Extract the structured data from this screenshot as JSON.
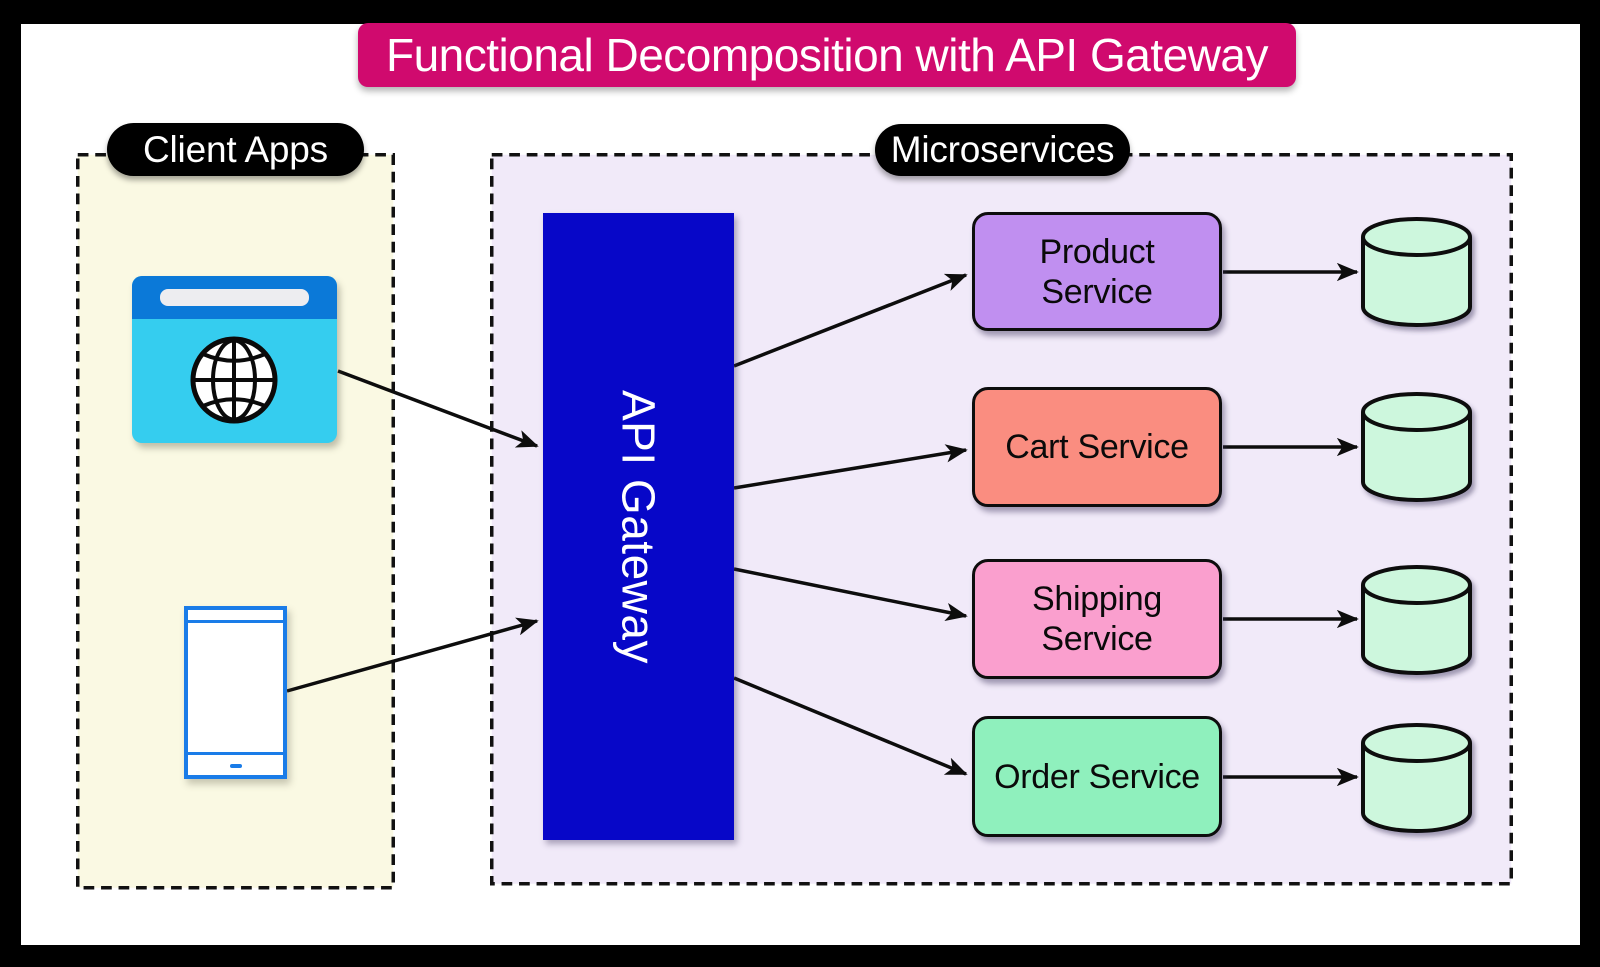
{
  "title": {
    "label": "Functional Decomposition with API Gateway",
    "background": "#d00a6e",
    "color": "#ffffff"
  },
  "groups": {
    "client_apps": {
      "label": "Client Apps",
      "fill": "#faf9e3",
      "badge_background": "#000000",
      "badge_color": "#ffffff"
    },
    "microservices": {
      "label": "Microservices",
      "fill": "#f1eaf9",
      "badge_background": "#000000",
      "badge_color": "#ffffff"
    }
  },
  "client_icons": {
    "browser": {
      "name": "web-browser-with-globe",
      "titlebar_color": "#0b79d8",
      "body_color": "#35cdef",
      "addressbar_color": "#ededf0"
    },
    "phone": {
      "name": "smartphone",
      "outline_color": "#1a7ce8",
      "body_color": "#ffffff"
    }
  },
  "gateway": {
    "label": "API Gateway",
    "background": "#0707c8",
    "color": "#ffffff"
  },
  "services": [
    {
      "label": "Product Service",
      "fill": "#c08ff0"
    },
    {
      "label": "Cart Service",
      "fill": "#fa8d80"
    },
    {
      "label": "Shipping Service",
      "fill": "#fa9fce"
    },
    {
      "label": "Order Service",
      "fill": "#8ff0bd"
    }
  ],
  "databases": {
    "count": 4,
    "shape": "cylinder",
    "fill": "#cdf7dd",
    "stroke": "#0d0d0d"
  },
  "connections": [
    {
      "from": "web-browser",
      "to": "api-gateway"
    },
    {
      "from": "smartphone",
      "to": "api-gateway"
    },
    {
      "from": "api-gateway",
      "to": "Product Service"
    },
    {
      "from": "api-gateway",
      "to": "Cart Service"
    },
    {
      "from": "api-gateway",
      "to": "Shipping Service"
    },
    {
      "from": "api-gateway",
      "to": "Order Service"
    },
    {
      "from": "Product Service",
      "to": "database-1"
    },
    {
      "from": "Cart Service",
      "to": "database-2"
    },
    {
      "from": "Shipping Service",
      "to": "database-3"
    },
    {
      "from": "Order Service",
      "to": "database-4"
    }
  ],
  "frame": {
    "border_color": "#000000",
    "canvas_color": "#ffffff"
  }
}
